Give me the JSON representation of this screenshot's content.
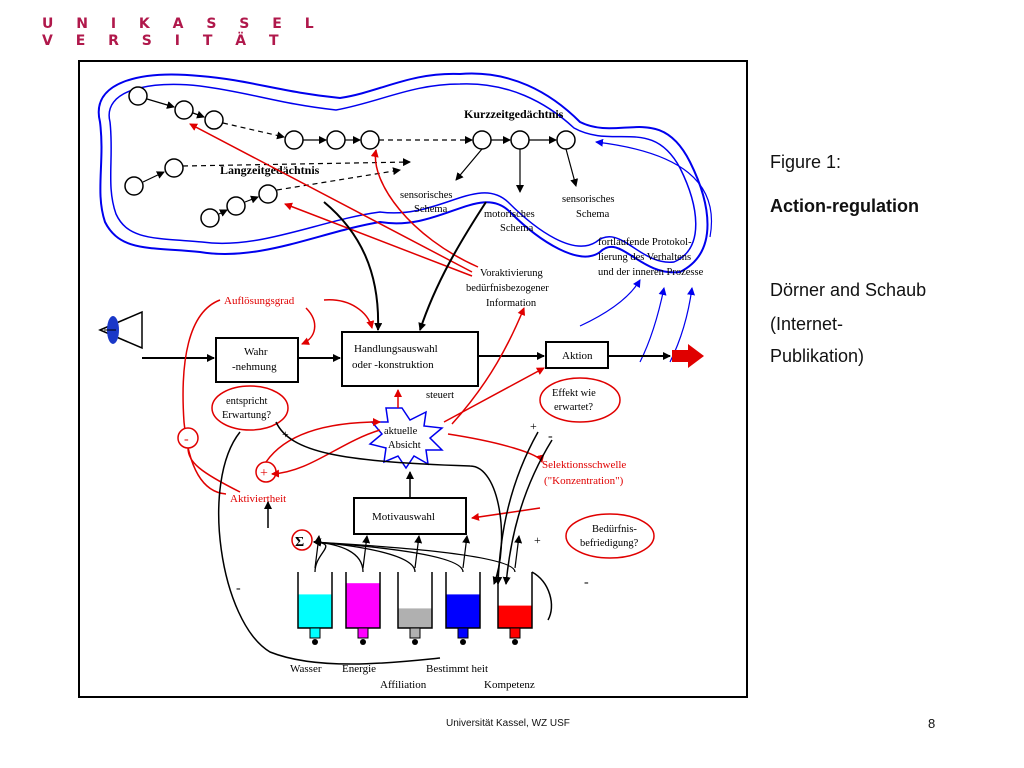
{
  "logo": {
    "line1": "U N I K A S S E L",
    "line2": "V E R S I T Ä T"
  },
  "caption": {
    "figure_label": "Figure 1:",
    "figure_title": "Action-regulation",
    "authors": "Dörner and Schaub",
    "source_line1": "(Internet-",
    "source_line2": "Publikation)"
  },
  "footer": {
    "institution": "Universität Kassel, WZ USF",
    "page_number": "8"
  },
  "diagram": {
    "kurzzeit": "Kurzzeitgedächtnis",
    "langzeit": "Langzeitgedächtnis",
    "sens1": [
      "sensorisches",
      "Schema"
    ],
    "motor": [
      "motorisches",
      "Schema"
    ],
    "sens2": [
      "sensorisches",
      "Schema"
    ],
    "protokoll": [
      "fortlaufende Protokol-",
      "lierung des Verhaltens",
      "und der inneren Prozesse"
    ],
    "voraktivierung": [
      "Voraktivierung",
      "bedürfnisbezogener",
      "Information"
    ],
    "aufloesungsgrad": "Auflösungsgrad",
    "wahrnehmung": [
      "Wahr",
      "-nehmung"
    ],
    "handlung": [
      "Handlungsauswahl",
      "oder -konstruktion"
    ],
    "aktion": "Aktion",
    "entspricht": [
      "entspricht",
      "Erwartung?"
    ],
    "effekt": [
      "Effekt wie",
      "erwartet?"
    ],
    "steuert": "steuert",
    "absicht": [
      "aktuelle",
      "Absicht"
    ],
    "selektion": [
      "Selektionsschwelle",
      "(\"Konzentration\")"
    ],
    "aktiviertheit": "Aktiviertheit",
    "motivauswahl": "Motivauswahl",
    "beduerfnis": [
      "Bedürfnis-",
      "befriedigung?"
    ],
    "sigma": "Σ",
    "minus": "-",
    "plus": "+",
    "tanks": [
      {
        "label": "Wasser",
        "color": "#00ffff",
        "fill": 0.6
      },
      {
        "label": "Energie",
        "color": "#ff00ff",
        "fill": 0.8
      },
      {
        "label": "Affiliation",
        "color": "#b0b0b0",
        "fill": 0.35
      },
      {
        "label": "Bestimmt heit",
        "color": "#0000ff",
        "fill": 0.6
      },
      {
        "label": "Kompetenz",
        "color": "#ff0000",
        "fill": 0.4
      }
    ]
  }
}
